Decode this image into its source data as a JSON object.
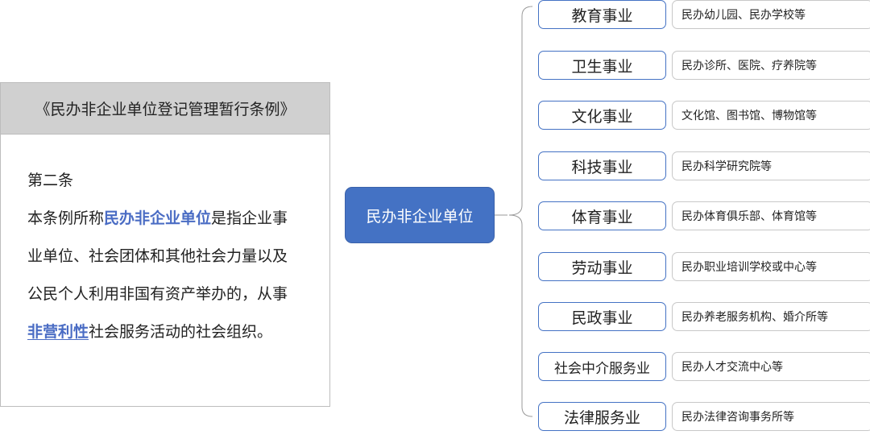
{
  "document": {
    "title": "《民办非企业单位登记管理暂行条例》",
    "article": "第二条",
    "text_pre": "本条例所称",
    "term_1": "民办非企业单位",
    "text_mid": "是指企业事业单位、社会团体和其他社会力量以及公民个人利用非国有资产举办的，从事",
    "term_2": "非营利性",
    "text_post": "社会服务活动的社会组织。"
  },
  "center": {
    "label": "民办非企业单位"
  },
  "categories": [
    {
      "label": "教育事业",
      "description": "民办幼儿园、民办学校等"
    },
    {
      "label": "卫生事业",
      "description": "民办诊所、医院、疗养院等"
    },
    {
      "label": "文化事业",
      "description": "文化馆、图书馆、博物馆等"
    },
    {
      "label": "科技事业",
      "description": "民办科学研究院等"
    },
    {
      "label": "体育事业",
      "description": "民办体育俱乐部、体育馆等"
    },
    {
      "label": "劳动事业",
      "description": "民办职业培训学校或中心等"
    },
    {
      "label": "民政事业",
      "description": "民办养老服务机构、婚介所等"
    },
    {
      "label": "社会中介服务业",
      "description": "民办人才交流中心等"
    },
    {
      "label": "法律服务业",
      "description": "民办法律咨询事务所等"
    }
  ],
  "colors": {
    "accent": "#4472c4",
    "highlight_text": "#4a6cc4",
    "header_bg": "#d0d0d0",
    "connector": "#9a9a9a"
  }
}
